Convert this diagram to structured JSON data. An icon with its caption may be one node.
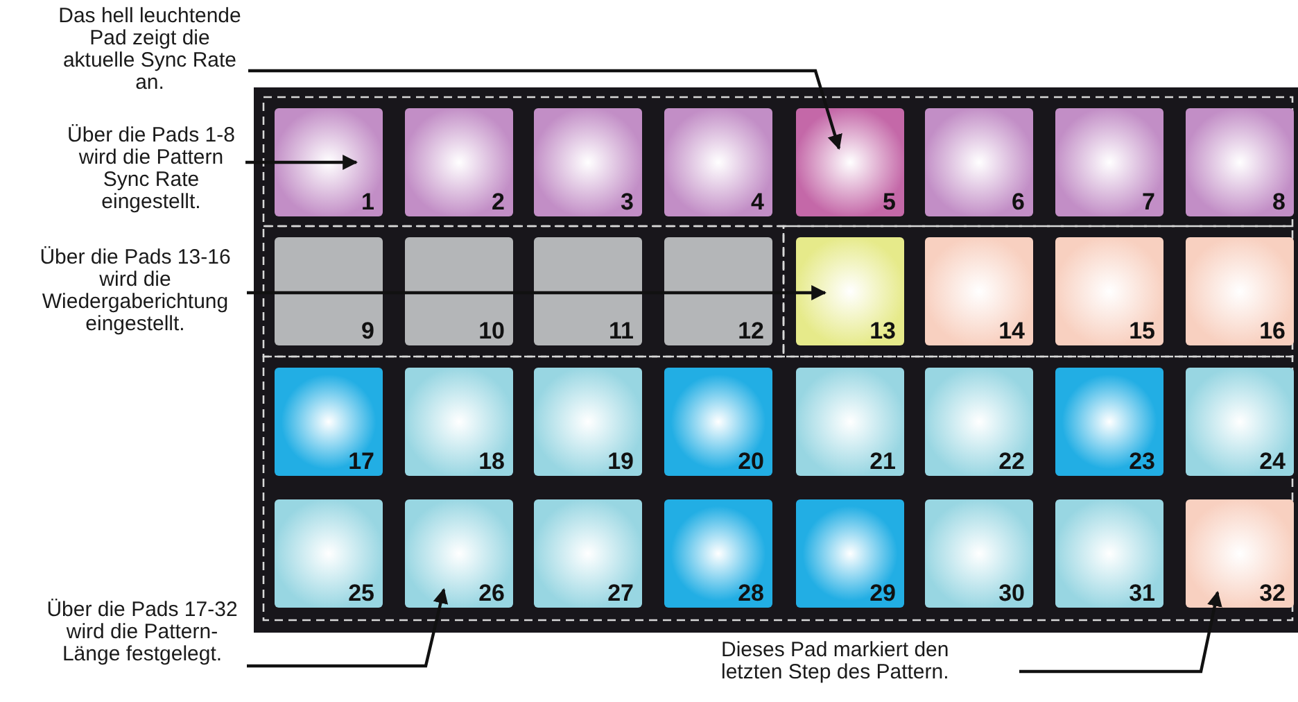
{
  "diagram": {
    "nodes": [
      {
        "text": [
          "Das hell leuchtende Pad zeigt die aktuelle Sync Rate an."
        ]
      },
      {
        "text": [
          "Über die Pads 1-8 wird die Pattern Sync Rate eingestellt."
        ]
      },
      {
        "text": [
          "Über die Pads 13-16 wird die Wiedergaberichtung eingestellt."
        ]
      },
      {
        "text": [],
        "shape": "box"
      },
      {
        "text": [
          "1"
        ],
        "in": 3
      },
      {
        "text": [
          "2"
        ],
        "in": 3
      },
      {
        "text": [
          "3"
        ],
        "in": 3
      },
      {
        "text": [
          "4"
        ],
        "in": 3
      },
      {
        "text": [
          "5"
        ],
        "in": 3
      },
      {
        "text": [
          "6"
        ],
        "in": 3
      },
      {
        "text": [
          "7"
        ],
        "in": 3
      },
      {
        "text": [
          "8"
        ],
        "in": 3
      },
      {
        "text": [
          "9"
        ],
        "in": 3
      },
      {
        "text": [
          "10"
        ],
        "in": 3
      },
      {
        "text": [
          "11"
        ],
        "in": 3
      },
      {
        "text": [
          "12"
        ],
        "in": 3
      },
      {
        "text": [
          "13"
        ],
        "in": 3
      },
      {
        "text": [
          "14"
        ],
        "in": 3
      },
      {
        "text": [
          "15"
        ],
        "in": 3
      },
      {
        "text": [
          "16"
        ],
        "in": 3
      },
      {
        "text": [
          "17"
        ],
        "in": 3
      },
      {
        "text": [
          "18"
        ],
        "in": 3
      },
      {
        "text": [
          "19"
        ],
        "in": 3
      },
      {
        "text": [
          "20"
        ],
        "in": 3
      },
      {
        "text": [
          "21"
        ],
        "in": 3
      },
      {
        "text": [
          "22"
        ],
        "in": 3
      },
      {
        "text": [
          "23"
        ],
        "in": 3
      },
      {
        "text": [
          "24"
        ],
        "in": 3
      },
      {
        "text": [
          "25"
        ],
        "in": 3
      },
      {
        "text": [
          "26"
        ],
        "in": 3
      },
      {
        "text": [
          "27"
        ],
        "in": 3
      },
      {
        "text": [
          "28"
        ],
        "in": 3
      },
      {
        "text": [
          "29"
        ],
        "in": 3
      },
      {
        "text": [
          "30"
        ],
        "in": 3
      },
      {
        "text": [
          "31"
        ],
        "in": 3
      },
      {
        "text": [
          "32"
        ],
        "in": 3
      },
      {
        "text": [
          "Über die Pads 17-32 wird die Pattern-Länge festgelegt."
        ]
      },
      {
        "text": [
          "Dieses Pad markiert den letzten Step des Pattern."
        ]
      }
    ],
    "edges": [
      {
        "from": 0,
        "to": 8,
        "arrow": "to"
      },
      {
        "from": 1,
        "to": 4,
        "arrow": "to"
      },
      {
        "from": 2,
        "to": 16,
        "arrow": "to"
      },
      {
        "from": 36,
        "to": 29,
        "arrow": "to"
      },
      {
        "from": 37,
        "to": 35,
        "arrow": "to"
      }
    ]
  }
}
